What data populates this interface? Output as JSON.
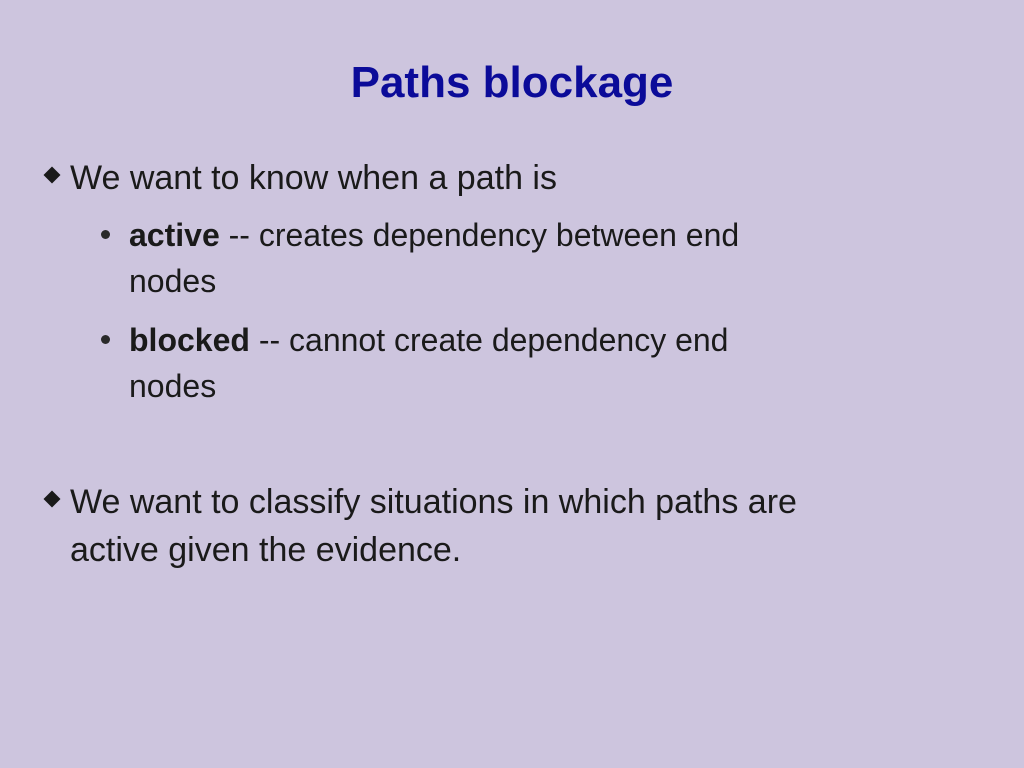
{
  "slide": {
    "title": "Paths blockage",
    "bullets": [
      {
        "text": "We want to know when a path is",
        "sub": [
          {
            "term": "active",
            "rest": " -- creates dependency between end",
            "cont": "nodes"
          },
          {
            "term": "blocked",
            "rest": " -- cannot create dependency end",
            "cont": "nodes"
          }
        ]
      },
      {
        "line1": "We want to classify situations in which paths are",
        "line2": "active given the evidence."
      }
    ]
  },
  "colors": {
    "background": "#cdc5de",
    "title": "#0b0b99",
    "text": "#1a1a1a"
  },
  "icons": {
    "level1_bullet": "diamond-icon",
    "level2_bullet": "dot-icon"
  }
}
